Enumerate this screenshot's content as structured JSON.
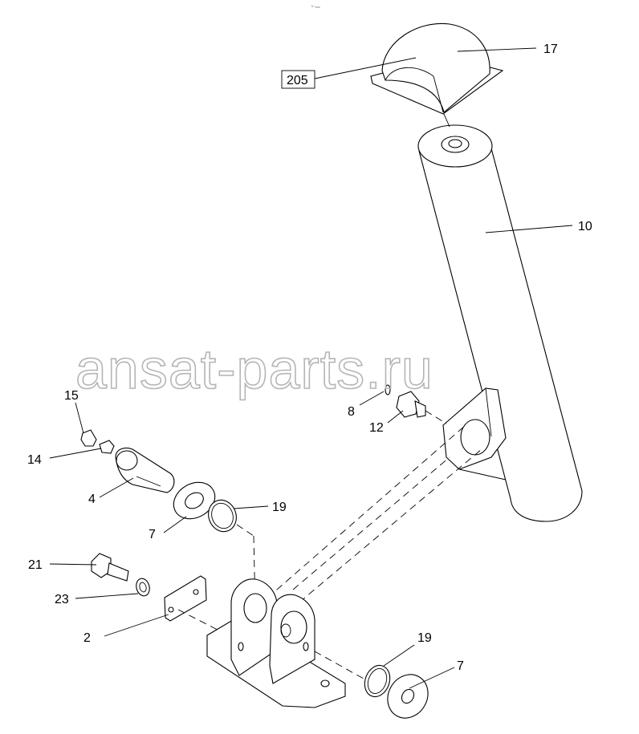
{
  "drawing": {
    "watermark": "ansat-parts.ru",
    "top_mark": "ʰ⁻ₘₘ"
  },
  "callouts": {
    "c205": "205",
    "c17": "17",
    "c10": "10",
    "c8": "8",
    "c12": "12",
    "c15": "15",
    "c14": "14",
    "c4": "4",
    "c7a": "7",
    "c19a": "19",
    "c21": "21",
    "c23": "23",
    "c2": "2",
    "c19b": "19",
    "c7b": "7"
  }
}
